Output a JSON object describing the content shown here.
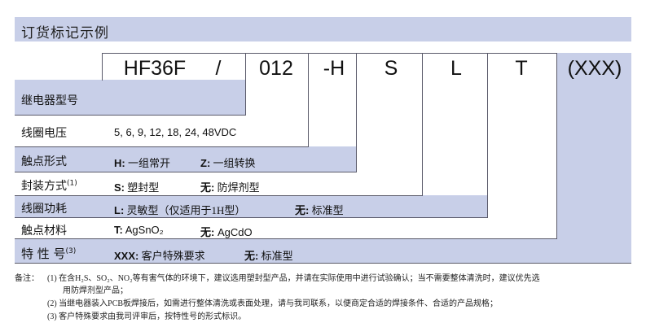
{
  "header": {
    "title": "订货标记示例"
  },
  "codes": [
    "HF36F",
    "/",
    "012",
    "-H",
    "S",
    "L",
    "T",
    "(XXX)"
  ],
  "rows": [
    {
      "label": "继电器型号",
      "items": []
    },
    {
      "label": "线圈电压",
      "items": [
        {
          "key": "",
          "text": "5, 6, 9, 12, 18, 24, 48VDC"
        }
      ]
    },
    {
      "label": "触点形式",
      "items": [
        {
          "key": "H:",
          "text": "一组常开"
        },
        {
          "key": "Z:",
          "text": "一组转换"
        }
      ]
    },
    {
      "label": "封装方式",
      "sup": "(1)",
      "items": [
        {
          "key": "S:",
          "text": "塑封型"
        },
        {
          "key": "无:",
          "text": "防焊剂型"
        }
      ]
    },
    {
      "label": "线圈功耗",
      "items": [
        {
          "key": "L:",
          "text": "灵敏型（仅适用于1H型）"
        },
        {
          "key": "无:",
          "text": "标准型"
        }
      ]
    },
    {
      "label": "触点材料",
      "items": [
        {
          "key": "T:",
          "text": "AgSnO₂"
        },
        {
          "key": "无:",
          "text": "AgCdO"
        }
      ]
    },
    {
      "label": "特 性 号",
      "sup": "(3)",
      "items": [
        {
          "key": "XXX:",
          "text": "客户特殊要求"
        },
        {
          "key": "无:",
          "text": "标准型"
        }
      ]
    }
  ],
  "notes": {
    "prefix": "备注：",
    "n1": "(1)  在含H₂S、SO₂、NO₂等有害气体的环境下，建议选用塑封型产品，并请在实际使用中进行试验确认；当不需要整体清洗时，建议优先选",
    "n1b": "用防焊剂型产品；",
    "n2": "(2) 当继电器装入PCB板焊接后，如需进行整体清洗或表面处理，请与我司联系，以便商定合适的焊接条件、合适的产品规格；",
    "n3": "(3) 客户特殊要求由我司评审后，按特性号的形式标识。"
  }
}
